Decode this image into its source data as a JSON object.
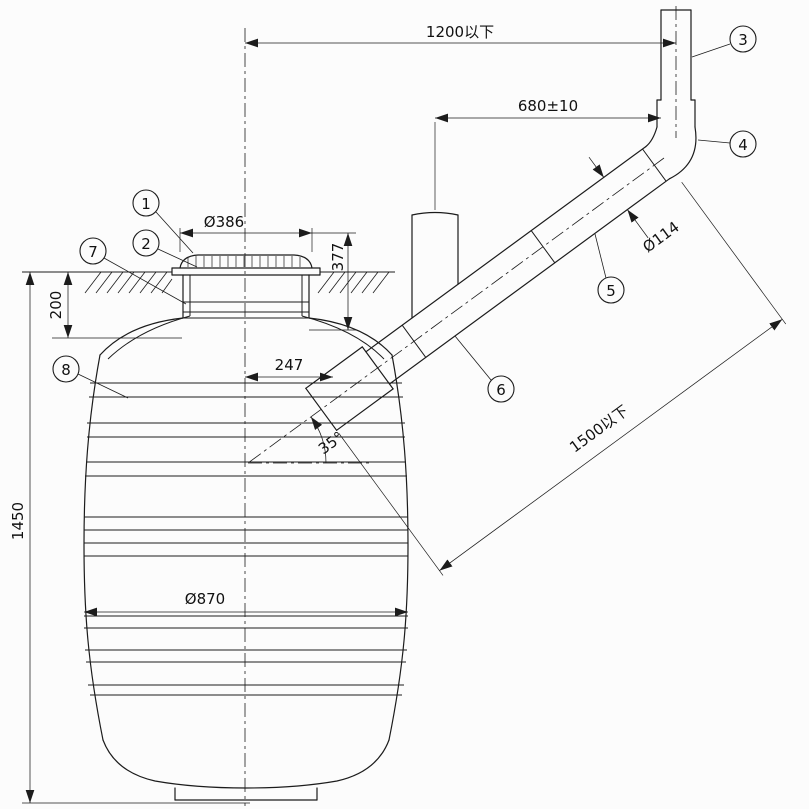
{
  "drawing": {
    "dimensions": {
      "overall_width": "1200以下",
      "riser_to_branch": "680±10",
      "pipe_diameter": "Ø114",
      "cover_diameter": "Ø386",
      "inlet_depth": "377",
      "cover_depth": "200",
      "center_offset": "247",
      "inlet_angle": "35°",
      "inlet_pipe_length": "1500以下",
      "tank_diameter": "Ø870",
      "tank_height": "1450"
    },
    "callouts": [
      {
        "number": "1"
      },
      {
        "number": "2"
      },
      {
        "number": "3"
      },
      {
        "number": "4"
      },
      {
        "number": "5"
      },
      {
        "number": "6"
      },
      {
        "number": "7"
      },
      {
        "number": "8"
      }
    ],
    "colors": {
      "line": "#1c1c1c",
      "background": "#fcfcfc"
    }
  }
}
